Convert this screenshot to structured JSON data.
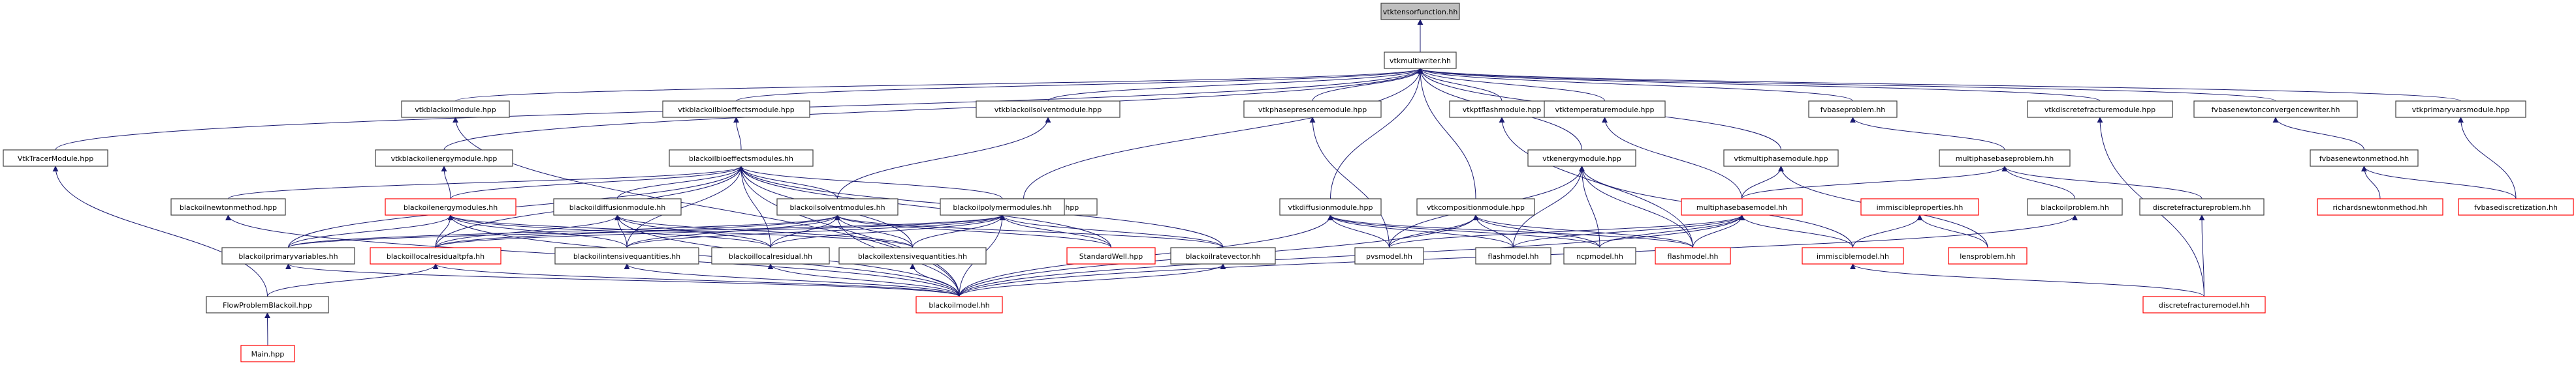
{
  "diagram": {
    "title": "vtktensorfunction.hh include dependency graph",
    "colors": {
      "edge": "#191970",
      "root_fill": "#bfbfbf",
      "border": "#404040",
      "truncated_border": "#ff0000"
    },
    "nodes": [
      {
        "id": "n0",
        "label": "vtktensorfunction.hh",
        "style": "root"
      },
      {
        "id": "n1",
        "label": "vtkmultiwriter.hh",
        "style": "normal"
      },
      {
        "id": "n2",
        "label": "VtkTracerModule.hpp",
        "style": "normal"
      },
      {
        "id": "n3",
        "label": "vtkblackoilmodule.hpp",
        "style": "normal"
      },
      {
        "id": "n4",
        "label": "vtkblackoilbioeffectsmodule.hpp",
        "style": "normal"
      },
      {
        "id": "n5",
        "label": "vtkblackoilsolventmodule.hpp",
        "style": "normal"
      },
      {
        "id": "n6",
        "label": "vtkblackoilpolymermodule.hpp",
        "style": "normal"
      },
      {
        "id": "n7",
        "label": "vtkphasepresencemodule.hpp",
        "style": "normal"
      },
      {
        "id": "n8",
        "label": "vtkptflashmodule.hpp",
        "style": "normal"
      },
      {
        "id": "n9",
        "label": "vtktemperaturemodule.hpp",
        "style": "normal"
      },
      {
        "id": "n10",
        "label": "fvbaseproblem.hh",
        "style": "normal"
      },
      {
        "id": "n11",
        "label": "vtkdiscretefracturemodule.hpp",
        "style": "normal"
      },
      {
        "id": "n12",
        "label": "fvbasenewtonconvergencewriter.hh",
        "style": "normal"
      },
      {
        "id": "n13",
        "label": "vtkprimaryvarsmodule.hpp",
        "style": "normal"
      },
      {
        "id": "n14",
        "label": "vtkblackoilenergymodule.hpp",
        "style": "normal"
      },
      {
        "id": "n15",
        "label": "blackoilbioeffectsmodules.hh",
        "style": "normal"
      },
      {
        "id": "n16",
        "label": "vtkenergymodule.hpp",
        "style": "normal"
      },
      {
        "id": "n17",
        "label": "vtkmultiphasemodule.hpp",
        "style": "normal"
      },
      {
        "id": "n18",
        "label": "multiphasebaseproblem.hh",
        "style": "normal"
      },
      {
        "id": "n19",
        "label": "fvbasenewtonmethod.hh",
        "style": "normal"
      },
      {
        "id": "n20",
        "label": "blackoilnewtonmethod.hpp",
        "style": "normal"
      },
      {
        "id": "n21",
        "label": "blackoilenergymodules.hh",
        "style": "red"
      },
      {
        "id": "n22",
        "label": "blackoildiffusionmodule.hh",
        "style": "normal"
      },
      {
        "id": "n23",
        "label": "blackoilsolventmodules.hh",
        "style": "normal"
      },
      {
        "id": "n24",
        "label": "blackoilpolymermodules.hh",
        "style": "normal"
      },
      {
        "id": "n25",
        "label": "vtkdiffusionmodule.hpp",
        "style": "normal"
      },
      {
        "id": "n26",
        "label": "vtkcompositionmodule.hpp",
        "style": "normal"
      },
      {
        "id": "n27",
        "label": "multiphasebasemodel.hh",
        "style": "red"
      },
      {
        "id": "n28",
        "label": "immiscibleproperties.hh",
        "style": "red"
      },
      {
        "id": "n29",
        "label": "blackoilproblem.hh",
        "style": "normal"
      },
      {
        "id": "n30",
        "label": "discretefractureproblem.hh",
        "style": "normal"
      },
      {
        "id": "n31",
        "label": "richardsnewtonmethod.hh",
        "style": "red"
      },
      {
        "id": "n32",
        "label": "fvbasediscretization.hh",
        "style": "red"
      },
      {
        "id": "n33",
        "label": "blackoilprimaryvariables.hh",
        "style": "normal"
      },
      {
        "id": "n34",
        "label": "blackoillocalresidualtpfa.hh",
        "style": "red"
      },
      {
        "id": "n35",
        "label": "blackoilintensivequantities.hh",
        "style": "normal"
      },
      {
        "id": "n36",
        "label": "blackoillocalresidual.hh",
        "style": "normal"
      },
      {
        "id": "n37",
        "label": "blackoilextensivequantities.hh",
        "style": "normal"
      },
      {
        "id": "n38",
        "label": "StandardWell.hpp",
        "style": "red"
      },
      {
        "id": "n39",
        "label": "blackoilratevector.hh",
        "style": "normal"
      },
      {
        "id": "n40",
        "label": "pvsmodel.hh",
        "style": "normal"
      },
      {
        "id": "n41",
        "label": "flashmodel.hh",
        "style": "normal"
      },
      {
        "id": "n42",
        "label": "ncpmodel.hh",
        "style": "normal"
      },
      {
        "id": "n43",
        "label": "flashmodel.hh",
        "style": "red"
      },
      {
        "id": "n44",
        "label": "immisciblemodel.hh",
        "style": "red"
      },
      {
        "id": "n45",
        "label": "lensproblem.hh",
        "style": "red"
      },
      {
        "id": "n46",
        "label": "FlowProblemBlackoil.hpp",
        "style": "normal"
      },
      {
        "id": "n47",
        "label": "blackoilmodel.hh",
        "style": "red"
      },
      {
        "id": "n48",
        "label": "discretefracturemodel.hh",
        "style": "red"
      },
      {
        "id": "n49",
        "label": "Main.hpp",
        "style": "red"
      }
    ],
    "edges": [
      [
        "n1",
        "n0"
      ],
      [
        "n2",
        "n1"
      ],
      [
        "n3",
        "n1"
      ],
      [
        "n4",
        "n1"
      ],
      [
        "n5",
        "n1"
      ],
      [
        "n6",
        "n1"
      ],
      [
        "n7",
        "n1"
      ],
      [
        "n8",
        "n1"
      ],
      [
        "n9",
        "n1"
      ],
      [
        "n10",
        "n1"
      ],
      [
        "n11",
        "n1"
      ],
      [
        "n12",
        "n1"
      ],
      [
        "n13",
        "n1"
      ],
      [
        "n14",
        "n1"
      ],
      [
        "n16",
        "n1"
      ],
      [
        "n17",
        "n1"
      ],
      [
        "n25",
        "n1"
      ],
      [
        "n26",
        "n1"
      ],
      [
        "n15",
        "n4"
      ],
      [
        "n23",
        "n5"
      ],
      [
        "n24",
        "n6"
      ],
      [
        "n21",
        "n14"
      ],
      [
        "n40",
        "n7"
      ],
      [
        "n43",
        "n8"
      ],
      [
        "n27",
        "n9"
      ],
      [
        "n18",
        "n10"
      ],
      [
        "n48",
        "n11"
      ],
      [
        "n19",
        "n12"
      ],
      [
        "n32",
        "n13"
      ],
      [
        "n20",
        "n15"
      ],
      [
        "n21",
        "n15"
      ],
      [
        "n22",
        "n15"
      ],
      [
        "n23",
        "n15"
      ],
      [
        "n24",
        "n15"
      ],
      [
        "n33",
        "n15"
      ],
      [
        "n34",
        "n15"
      ],
      [
        "n35",
        "n15"
      ],
      [
        "n36",
        "n15"
      ],
      [
        "n37",
        "n15"
      ],
      [
        "n38",
        "n15"
      ],
      [
        "n39",
        "n15"
      ],
      [
        "n47",
        "n15"
      ],
      [
        "n33",
        "n21"
      ],
      [
        "n34",
        "n21"
      ],
      [
        "n35",
        "n21"
      ],
      [
        "n36",
        "n21"
      ],
      [
        "n37",
        "n21"
      ],
      [
        "n47",
        "n21"
      ],
      [
        "n34",
        "n22"
      ],
      [
        "n35",
        "n22"
      ],
      [
        "n36",
        "n22"
      ],
      [
        "n37",
        "n22"
      ],
      [
        "n47",
        "n22"
      ],
      [
        "n33",
        "n23"
      ],
      [
        "n34",
        "n23"
      ],
      [
        "n35",
        "n23"
      ],
      [
        "n36",
        "n23"
      ],
      [
        "n37",
        "n23"
      ],
      [
        "n38",
        "n23"
      ],
      [
        "n39",
        "n23"
      ],
      [
        "n47",
        "n23"
      ],
      [
        "n33",
        "n24"
      ],
      [
        "n34",
        "n24"
      ],
      [
        "n35",
        "n24"
      ],
      [
        "n36",
        "n24"
      ],
      [
        "n37",
        "n24"
      ],
      [
        "n38",
        "n24"
      ],
      [
        "n39",
        "n24"
      ],
      [
        "n47",
        "n24"
      ],
      [
        "n41",
        "n16"
      ],
      [
        "n42",
        "n16"
      ],
      [
        "n43",
        "n16"
      ],
      [
        "n44",
        "n16"
      ],
      [
        "n40",
        "n16"
      ],
      [
        "n27",
        "n17"
      ],
      [
        "n45",
        "n17"
      ],
      [
        "n27",
        "n18"
      ],
      [
        "n29",
        "n18"
      ],
      [
        "n30",
        "n18"
      ],
      [
        "n31",
        "n19"
      ],
      [
        "n32",
        "n19"
      ],
      [
        "n40",
        "n25"
      ],
      [
        "n41",
        "n25"
      ],
      [
        "n42",
        "n25"
      ],
      [
        "n43",
        "n25"
      ],
      [
        "n47",
        "n25"
      ],
      [
        "n40",
        "n26"
      ],
      [
        "n41",
        "n26"
      ],
      [
        "n42",
        "n26"
      ],
      [
        "n43",
        "n26"
      ],
      [
        "n47",
        "n26"
      ],
      [
        "n40",
        "n27"
      ],
      [
        "n41",
        "n27"
      ],
      [
        "n42",
        "n27"
      ],
      [
        "n43",
        "n27"
      ],
      [
        "n44",
        "n27"
      ],
      [
        "n47",
        "n27"
      ],
      [
        "n44",
        "n28"
      ],
      [
        "n45",
        "n28"
      ],
      [
        "n47",
        "n29"
      ],
      [
        "n48",
        "n30"
      ],
      [
        "n47",
        "n20"
      ],
      [
        "n46",
        "n2"
      ],
      [
        "n46",
        "n34"
      ],
      [
        "n47",
        "n33"
      ],
      [
        "n47",
        "n34"
      ],
      [
        "n47",
        "n35"
      ],
      [
        "n47",
        "n36"
      ],
      [
        "n47",
        "n37"
      ],
      [
        "n47",
        "n39"
      ],
      [
        "n47",
        "n3"
      ],
      [
        "n48",
        "n44"
      ],
      [
        "n49",
        "n46"
      ]
    ]
  }
}
